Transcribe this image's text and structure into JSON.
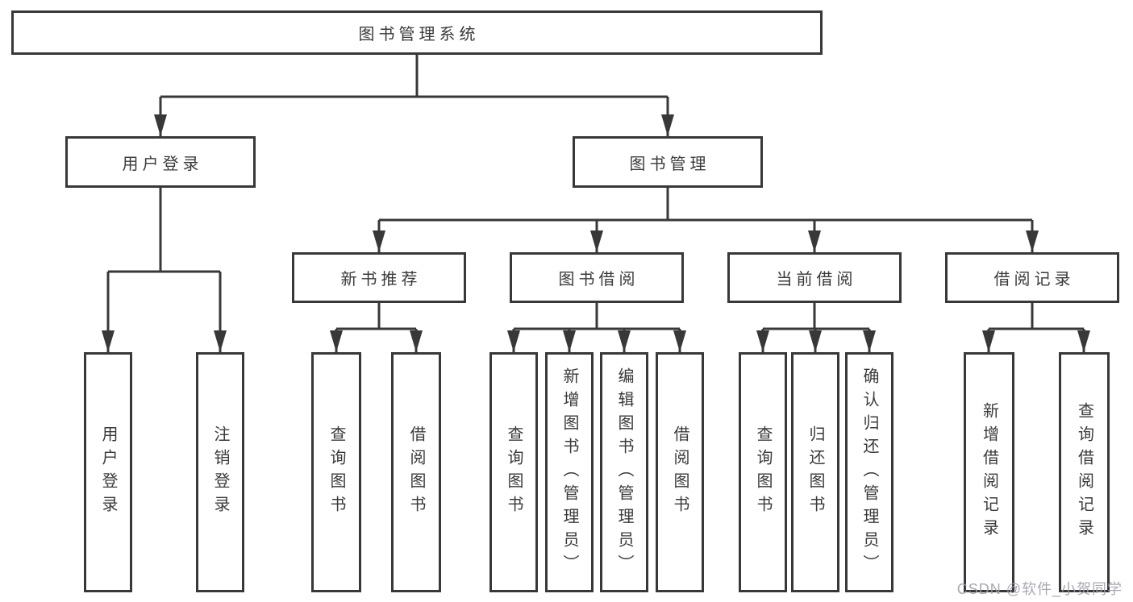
{
  "tree": {
    "root": {
      "label": "图书管理系统"
    },
    "level2": [
      {
        "label": "用户登录",
        "children": [
          {
            "label": "用户登录"
          },
          {
            "label": "注销登录"
          }
        ]
      },
      {
        "label": "图书管理",
        "children": [
          {
            "label": "新书推荐",
            "children": [
              {
                "label": "查询图书"
              },
              {
                "label": "借阅图书"
              }
            ]
          },
          {
            "label": "图书借阅",
            "children": [
              {
                "label": "查询图书"
              },
              {
                "label": "新增图书（管理员）"
              },
              {
                "label": "编辑图书（管理员）"
              },
              {
                "label": "借阅图书"
              }
            ]
          },
          {
            "label": "当前借阅",
            "children": [
              {
                "label": "查询图书"
              },
              {
                "label": "归还图书"
              },
              {
                "label": "确认归还（管理员）"
              }
            ]
          },
          {
            "label": "借阅记录",
            "children": [
              {
                "label": "新增借阅记录"
              },
              {
                "label": "查询借阅记录"
              }
            ]
          }
        ]
      }
    ]
  },
  "watermark": {
    "text": "CSDN @软件_小贺同学"
  },
  "colors": {
    "line": "#383838",
    "box_border": "#383838",
    "text": "#3a3a3a",
    "watermark": "#9e9eaa",
    "background": "#ffffff"
  }
}
